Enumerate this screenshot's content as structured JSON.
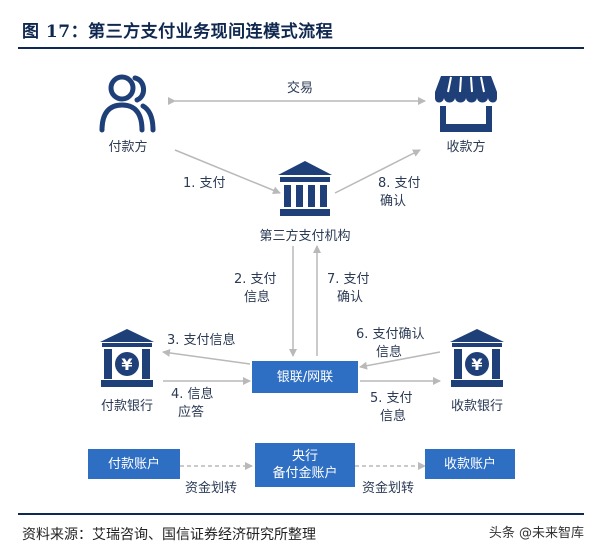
{
  "title": "图 17：第三方支付业务现间连模式流程",
  "source": "资料来源：艾瑞咨询、国信证券经济研究所整理",
  "watermark": "头条 @未来智库",
  "nodes": {
    "payer": "付款方",
    "payee": "收款方",
    "third_party": "第三方支付机构",
    "payer_bank": "付款银行",
    "payee_bank": "收款银行",
    "netunion": "银联/网联",
    "payer_account": "付款账户",
    "central_bank_line1": "央行",
    "central_bank_line2": "备付金账户",
    "payee_account": "收款账户"
  },
  "edges": {
    "trade": "交易",
    "step1": "1. 支付",
    "step2_line1": "2. 支付",
    "step2_line2": "信息",
    "step3": "3. 支付信息",
    "step4_line1": "4. 信息",
    "step4_line2": "应答",
    "step5_line1": "5. 支付",
    "step5_line2": "信息",
    "step6_line1": "6. 支付确认",
    "step6_line2": "信息",
    "step7_line1": "7. 支付",
    "step7_line2": "确认",
    "step8_line1": "8. 支付",
    "step8_line2": "确认",
    "fund_transfer_left": "资金划转",
    "fund_transfer_right": "资金划转"
  },
  "colors": {
    "icon_navy": "#1f3f78",
    "box_blue": "#2f6fc3",
    "arrow_gray": "#b9b9b9",
    "rule": "#0f2a52"
  },
  "icons": [
    "people-icon",
    "store-icon",
    "bank-building-icon",
    "bank-yen-icon"
  ]
}
